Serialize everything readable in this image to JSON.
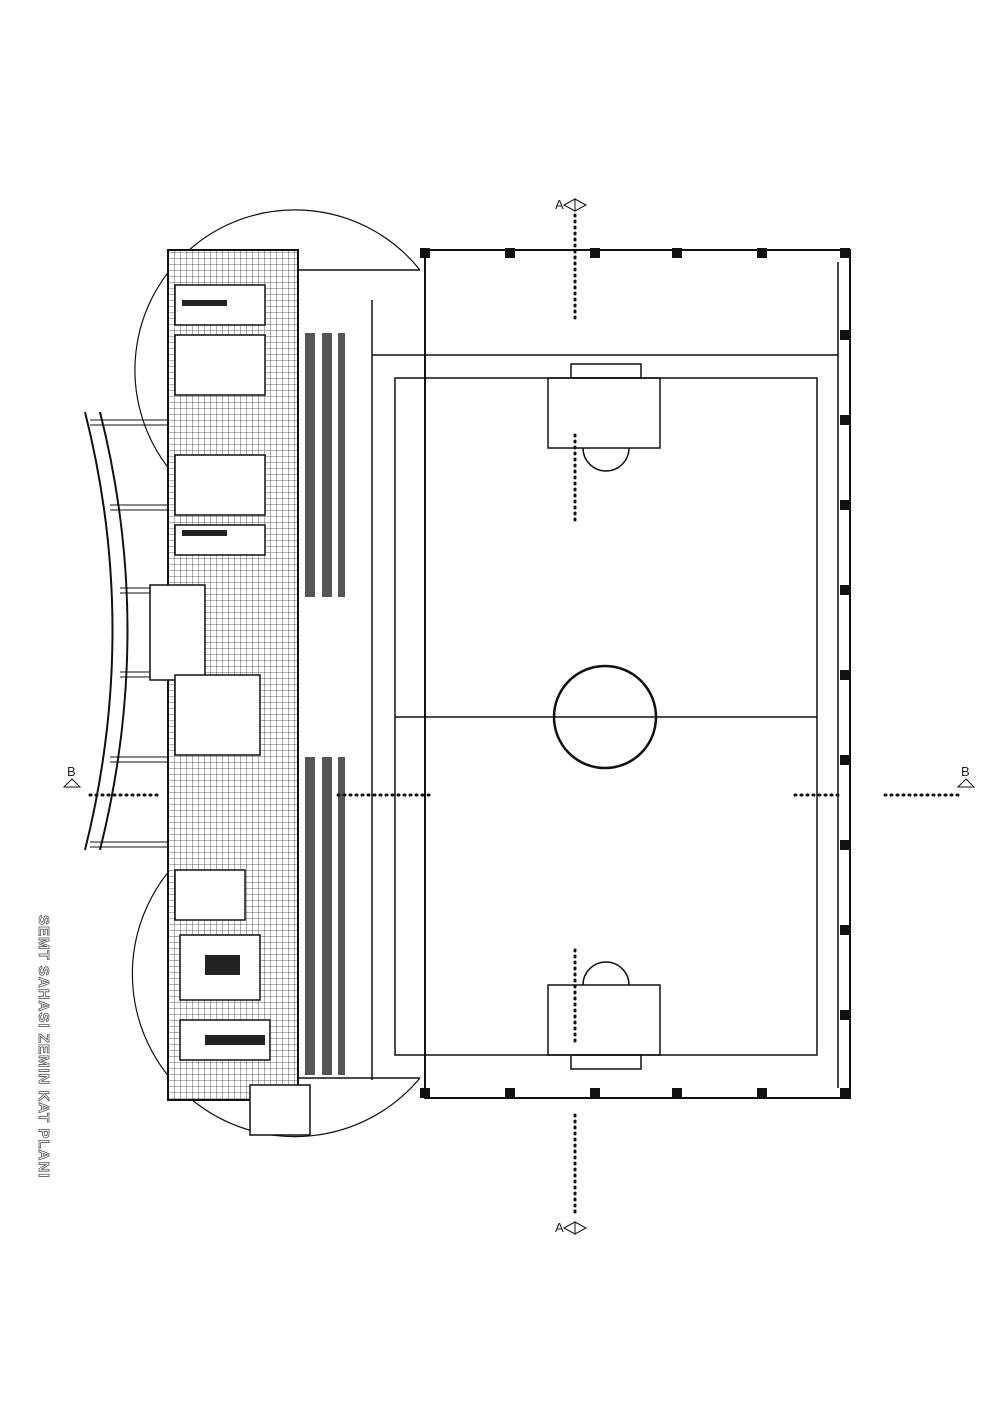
{
  "drawing": {
    "title": "SEMT SAHASI ZEMIN KAT PLANI",
    "section_markers": {
      "a_top": "A",
      "a_bottom": "A",
      "b_left": "B",
      "b_right": "B"
    }
  },
  "colors": {
    "line": "#111111",
    "fill_dark": "#555555",
    "title": "#555555"
  }
}
